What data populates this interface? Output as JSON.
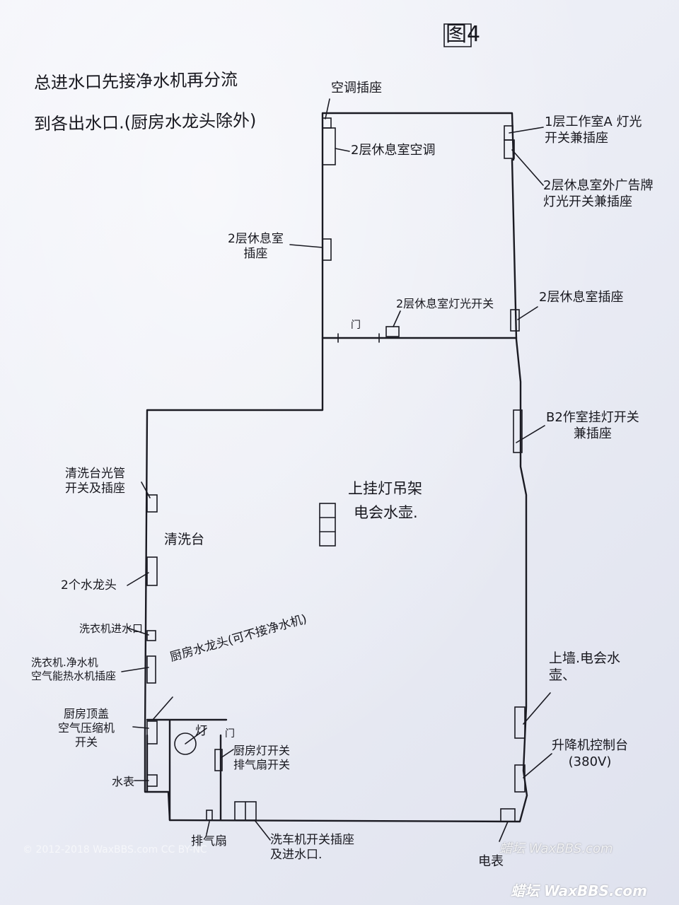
{
  "figure_label": "图4",
  "note_lines": [
    "总进水口先接净水机再分流",
    "到各出水口.(厨房水龙头除外)"
  ],
  "labels": {
    "ac_socket": "空调插座",
    "lounge_ac": "2层休息室空调",
    "studio_a": "1层工作室A 灯光\n开关兼插座",
    "ad_light": "2层休息室外广告牌\n灯光开关兼插座",
    "lounge_socket_left": "2层休息室\n插座",
    "lounge_light_switch": "2层休息室灯光开关",
    "door_upper": "门",
    "lounge_socket_right": "2层休息室插座",
    "b2_studio": "B2作室挂灯开关\n兼插座",
    "ceiling_rack": "上挂灯吊架",
    "kettle": "电会水壶.",
    "wash_light": "清洗台光管\n开关及插座",
    "wash_station": "清洗台",
    "two_taps": "2个水龙头",
    "washer_inlet": "洗衣机进水口",
    "washer_socket": "洗衣机.净水机\n空气能热水机插座",
    "kitchen_tap": "厨房水龙头(可不接净水机)",
    "kitchen_ceiling": "厨房顶盖\n空气压缩机\n开关",
    "lamp": "灯",
    "door_kitchen": "门",
    "kitchen_switch": "厨房灯开关\n排气扇开关",
    "water_meter": "水表",
    "exhaust_fan": "排气扇",
    "washer_machine": "洗车机开关插座\n及进水口.",
    "electric_meter": "电表",
    "wall_kettle": "上墙.电会水\n壶、",
    "lift_panel": "升降机控制台\n(380V)"
  },
  "watermarks": {
    "copyright": "© 2012-2018 WaxBBS.com CC BY-NC",
    "site_mid": "蜡坛 WaxBBS.com",
    "site_bottom": "蜡坛 WaxBBS.com"
  }
}
